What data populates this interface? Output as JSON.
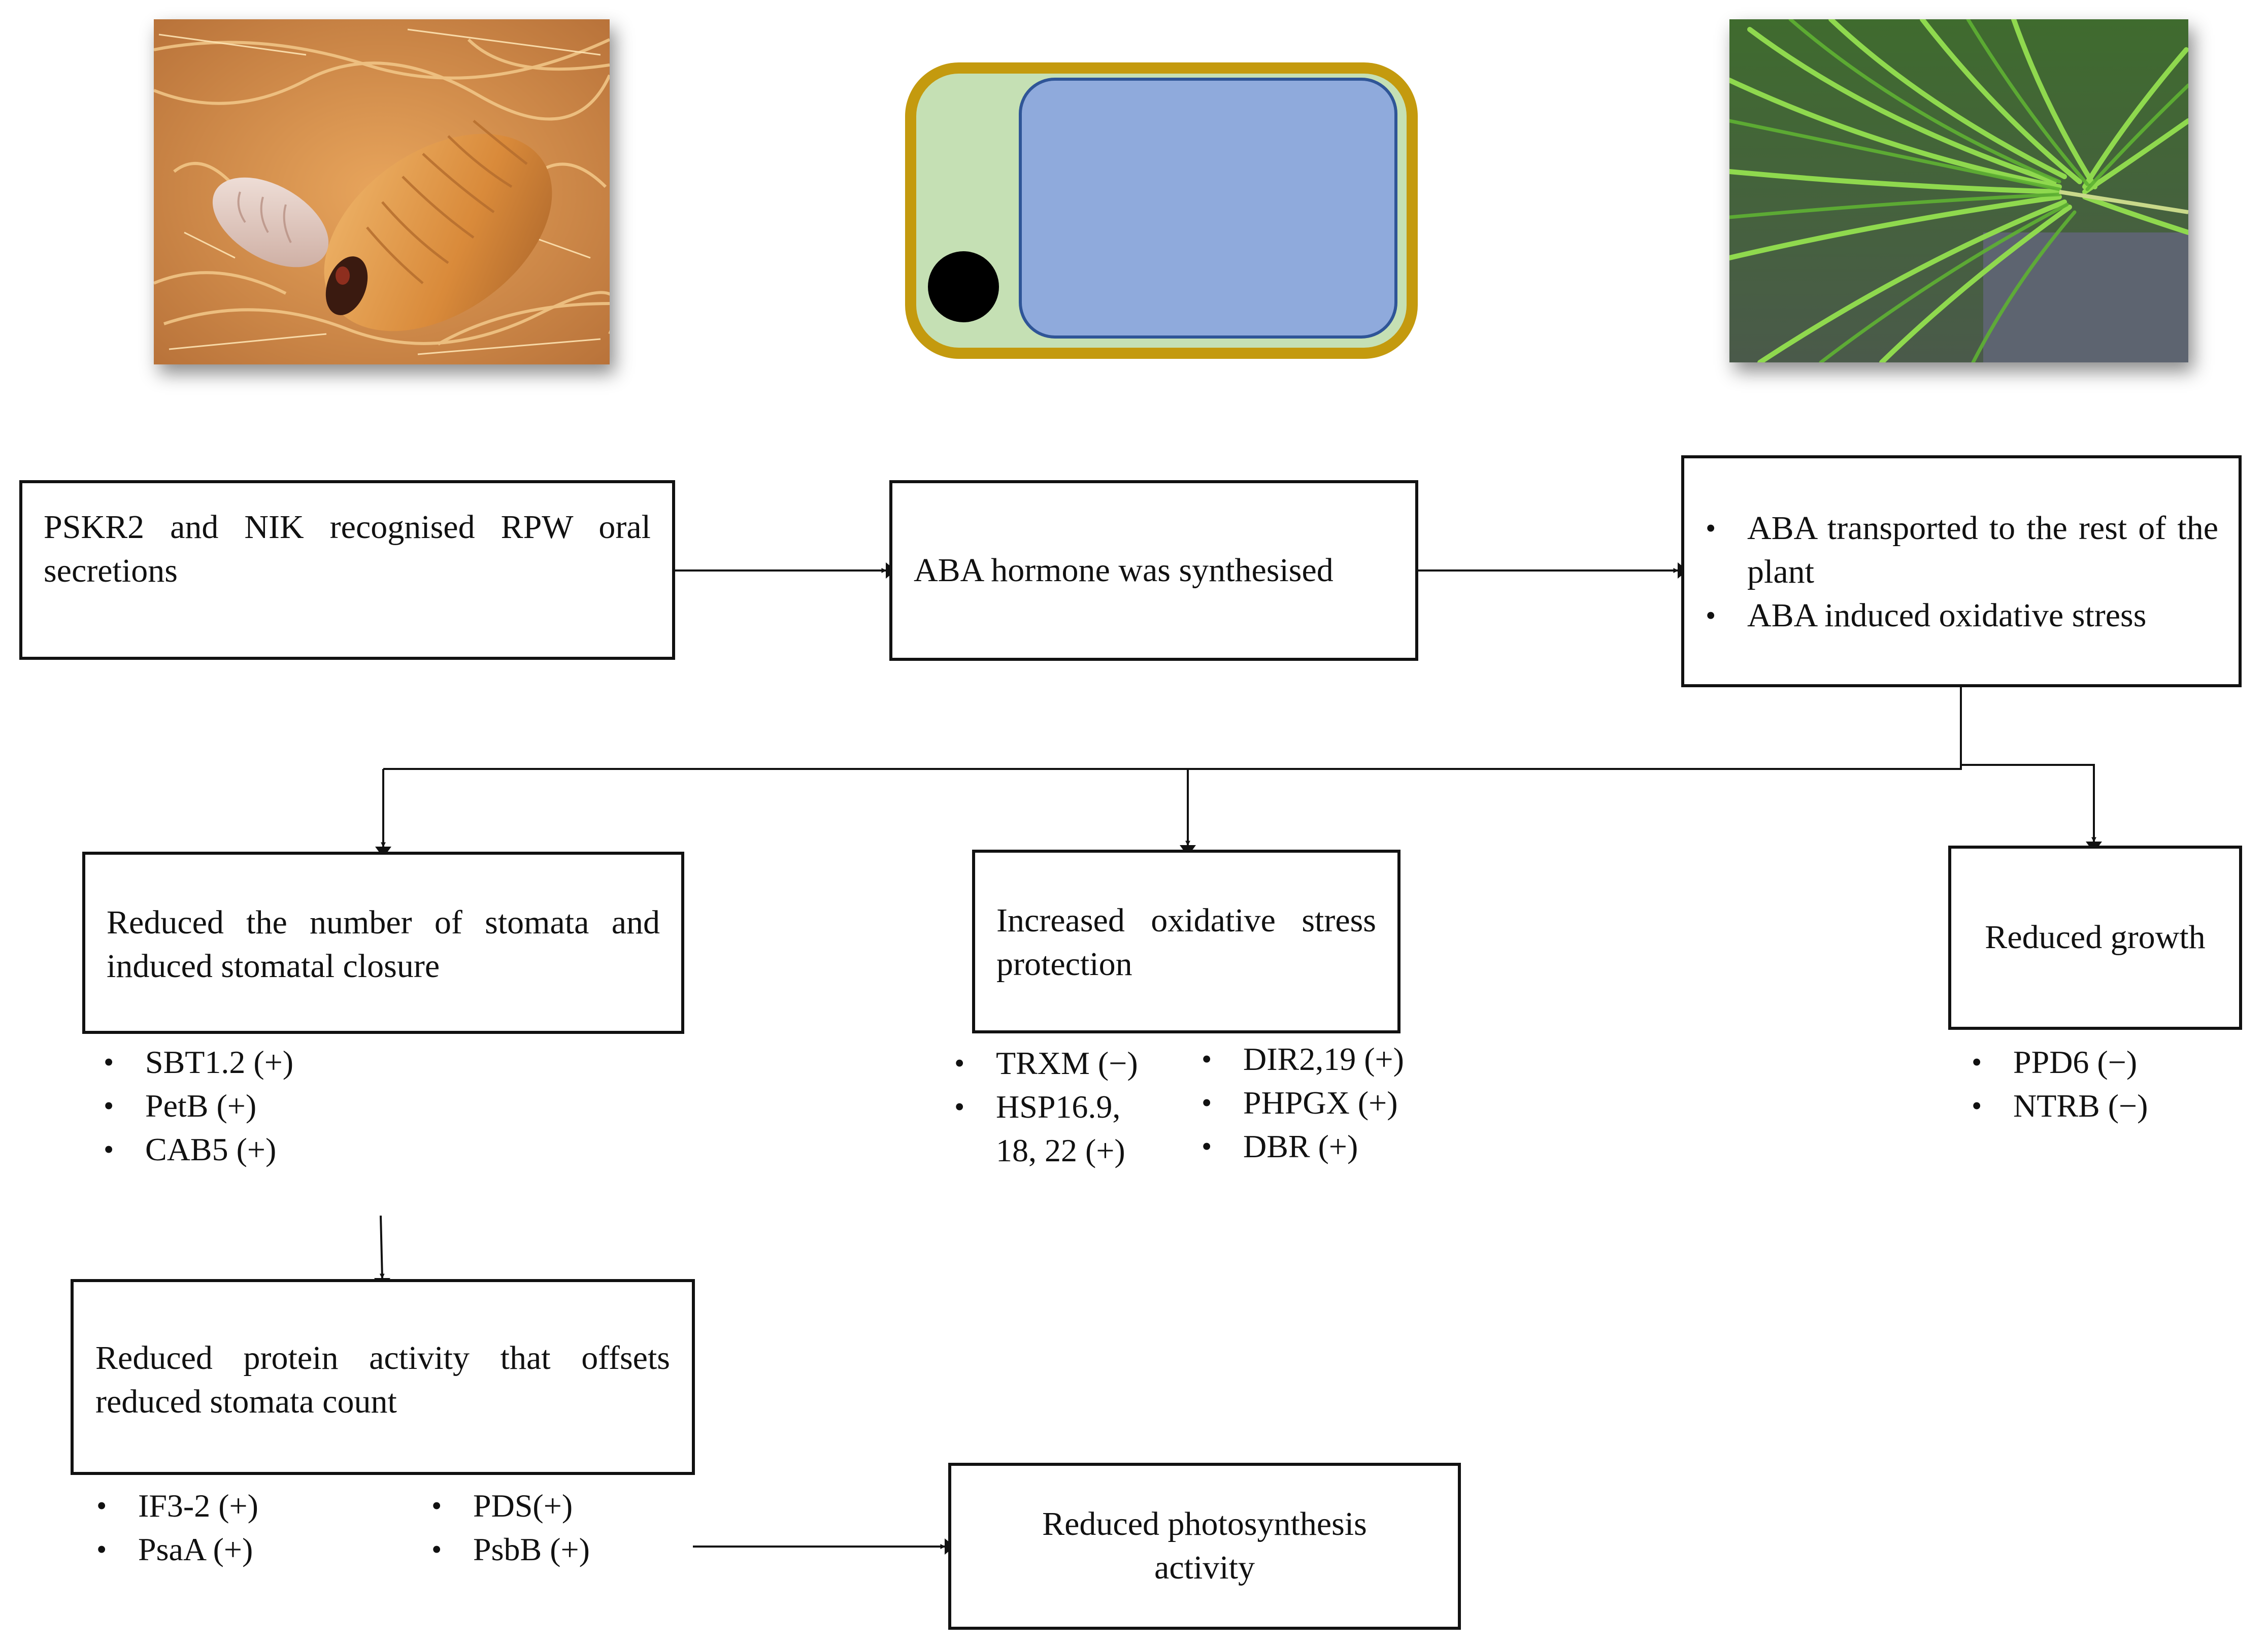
{
  "nodes": {
    "recognition": {
      "text": "PSKR2 and NIK recognised RPW oral secretions"
    },
    "synthesis": {
      "text": "ABA hormone was synthesised"
    },
    "transport": {
      "bullets": [
        "ABA transported to the rest of the plant",
        "ABA induced oxidative stress"
      ]
    },
    "stomata": {
      "text": "Reduced the number of stomata and induced stomatal closure",
      "genes": [
        "SBT1.2 (+)",
        "PetB (+)",
        "CAB5 (+)"
      ]
    },
    "oxidative": {
      "text": "Increased oxidative stress protection",
      "genes_left": [
        "TRXM (−)",
        "HSP16.9, 18, 22 (+)"
      ],
      "genes_right": [
        "DIR2,19 (+)",
        "PHPGX (+)",
        "DBR (+)"
      ]
    },
    "growth": {
      "text": "Reduced growth",
      "genes": [
        "PPD6 (−)",
        "NTRB (−)"
      ]
    },
    "protein": {
      "text": "Reduced protein activity that offsets reduced stomata count",
      "genes_left": [
        "IF3-2 (+)",
        "PsaA (+)"
      ],
      "genes_right": [
        "PDS(+)",
        "PsbB (+)"
      ]
    },
    "photosynthesis": {
      "text": "Reduced photosynthesis activity"
    }
  },
  "colors": {
    "cell_wall": "#c49a0e",
    "cytoplasm": "#c5e0b4",
    "vacuole": "#8faadc",
    "vacuole_border": "#2f5597",
    "nucleus": "#000000"
  }
}
